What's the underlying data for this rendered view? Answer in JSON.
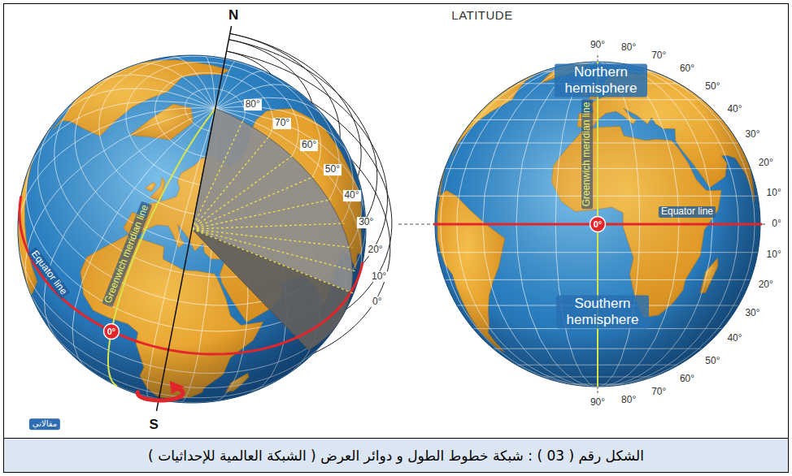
{
  "diagram": {
    "title": "LATITUDE",
    "caption": "الشكل رقم ( 03 ) : شبكة خطوط الطول و دوائر العرض ( الشبكة العالمية للإحداثيات )",
    "nodes": [
      {
        "text": [
          "0°"
        ]
      },
      {
        "text": [
          "0°"
        ]
      }
    ],
    "labels": [
      "N",
      "S",
      "Greenwich meridian line",
      "Equator line",
      "80°",
      "70°",
      "60°",
      "50°",
      "40°",
      "30°",
      "20°",
      "10°",
      "0°",
      "مقالاتي",
      "90°",
      "80°",
      "70°",
      "60°",
      "50°",
      "40°",
      "30°",
      "20°",
      "10°",
      "Northern hemisphere",
      "Greenwich meridian line",
      "Equator line",
      "0°",
      "10°",
      "20°",
      "30°",
      "40°",
      "50°",
      "60°",
      "70°",
      "80°",
      "90°",
      "Southern hemisphere"
    ]
  }
}
